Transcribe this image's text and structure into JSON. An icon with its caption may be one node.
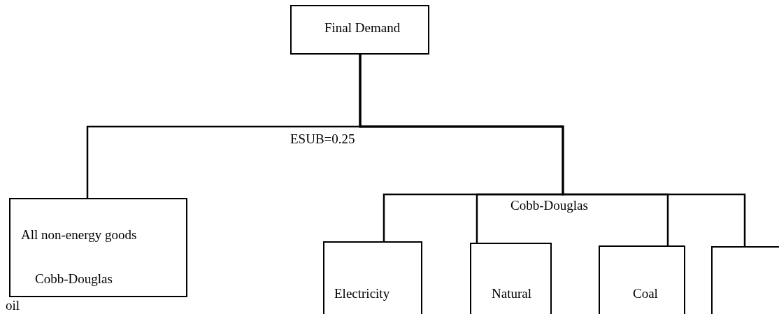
{
  "diagram": {
    "nodes": [
      {
        "text": [
          "Final Demand"
        ]
      },
      {
        "text": [
          "All non-energy goods",
          "Cobb-Douglas"
        ]
      },
      {
        "text": [
          "Electricity"
        ]
      },
      {
        "text": [
          "Natural"
        ]
      },
      {
        "text": [
          "Coal"
        ]
      },
      {
        "text": [],
        "shape": "box"
      }
    ],
    "edges": [
      {
        "from": 0,
        "to": 1,
        "arrow": "none"
      },
      {
        "from": 0,
        "to": 2,
        "arrow": "none"
      },
      {
        "from": 0,
        "to": 3,
        "arrow": "none"
      },
      {
        "from": 0,
        "to": 4,
        "arrow": "none"
      },
      {
        "from": 0,
        "to": 5,
        "arrow": "none"
      }
    ],
    "labels": [
      "ESUB=0.25",
      "Cobb-Douglas",
      "oil"
    ]
  }
}
